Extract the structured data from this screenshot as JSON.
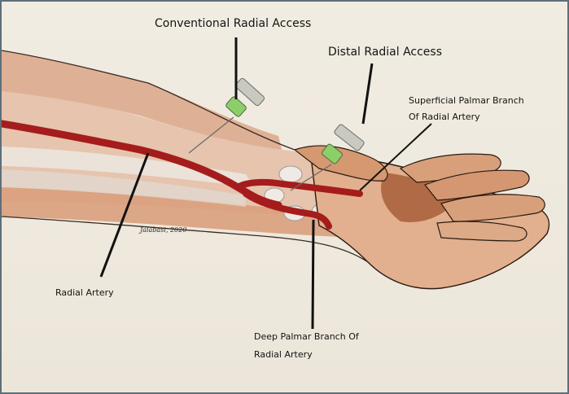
{
  "labels": {
    "conventional": "Conventional Radial Access",
    "distal": "Distal Radial Access",
    "superficial_line1": "Superficial Palmar Branch",
    "superficial_line2": "Of Radial Artery",
    "radial_artery": "Radial Artery",
    "deep_line1": "Deep Palmar Branch Of",
    "deep_line2": "Radial Artery"
  },
  "signature": "Jalabasi, 2020",
  "colors": {
    "artery": "#a51c1c",
    "skin": "#d89a72",
    "skin_dark": "#b86a45",
    "needle_hub": "#8ccf6a",
    "syringe": "#c9c9c2",
    "leader": "#111111",
    "background": "#efeadf"
  }
}
